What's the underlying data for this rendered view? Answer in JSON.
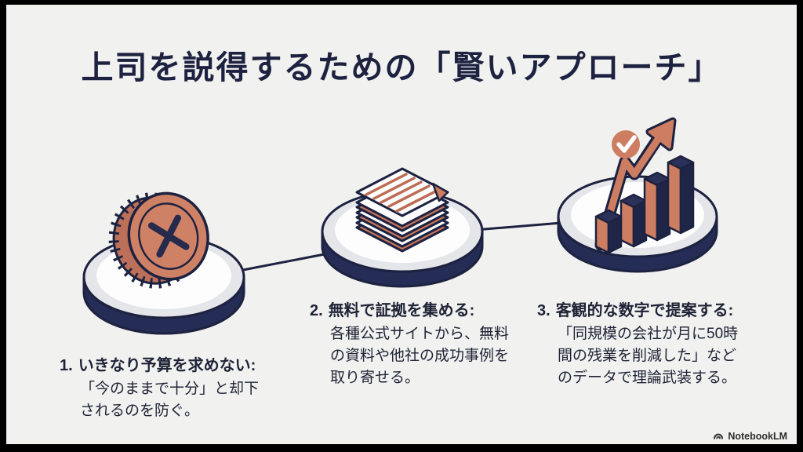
{
  "slide": {
    "title": "上司を説得するための「賢いアプローチ」",
    "colors": {
      "background": "#f1f1ef",
      "frame": "#000000",
      "navy": "#1d2240",
      "navy_fill": "#252c55",
      "salmon": "#cd7e62",
      "platform_rim": "#e5e6ea",
      "platform_top": "#fdfdfe"
    }
  },
  "steps": [
    {
      "number": "1.",
      "heading": "いきなり予算を求めない:",
      "body": "「今のままで十分」と却下されるのを防ぐ。",
      "icon": "rejected-coin-icon"
    },
    {
      "number": "2.",
      "heading": "無料で証拠を集める:",
      "body": "各種公式サイトから、無料の資料や他社の成功事例を取り寄せる。",
      "icon": "documents-stack-icon"
    },
    {
      "number": "3.",
      "heading": "客観的な数字で提案する:",
      "body": "「同規模の会社が月に50時間の残業を削減した」などのデータで理論武装する。",
      "icon": "growth-chart-icon"
    }
  ],
  "footer": {
    "brand": "NotebookLM",
    "logo_icon": "notebooklm-logo-icon"
  }
}
